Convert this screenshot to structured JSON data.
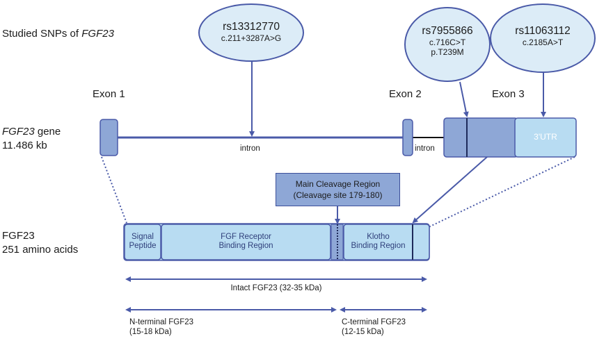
{
  "header": {
    "studied_snps_prefix": "Studied SNPs of ",
    "studied_snps_gene": "FGF23"
  },
  "snps": [
    {
      "id": "rs13312770",
      "lines": [
        "c.211+3287A>G"
      ]
    },
    {
      "id": "rs7955866",
      "lines": [
        "c.716C>T",
        "p.T239M"
      ]
    },
    {
      "id": "rs11063112",
      "lines": [
        "c.2185A>T"
      ]
    }
  ],
  "gene": {
    "name": "FGF23",
    "name_suffix": " gene",
    "length": "11.486 kb",
    "exons": [
      "Exon 1",
      "Exon 2",
      "Exon 3"
    ],
    "intron_labels": [
      "intron",
      "intron"
    ],
    "utr_label": "3'UTR"
  },
  "cleavage": {
    "line1": "Main Cleavage Region",
    "line2": "(Cleavage site 179-180)"
  },
  "protein": {
    "name": "FGF23",
    "length": "251 amino acids",
    "domains": {
      "signal_line1": "Signal",
      "signal_line2": "Peptide",
      "fgf_line1": "FGF Receptor",
      "fgf_line2": "Binding Region",
      "klotho_line1": "Klotho",
      "klotho_line2": "Binding Region"
    }
  },
  "fragments": {
    "intact": "Intact FGF23 (32-35 kDa)",
    "n_terminal_line1": "N-terminal FGF23",
    "n_terminal_line2": "(15-18 kDa)",
    "c_terminal_line1": "C-terminal FGF23",
    "c_terminal_line2": "(12-15 kDa)"
  },
  "colors": {
    "dark_blue": "#4a5aa8",
    "mid_blue": "#8ea7d6",
    "light_blue": "#b8dcf2",
    "pale_blue": "#dcecf7"
  }
}
